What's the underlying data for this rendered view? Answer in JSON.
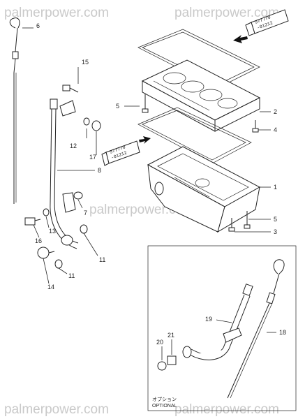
{
  "watermark": {
    "text": "palmerpower.com"
  },
  "sealant_tube": {
    "line1": "977770",
    "line2": "-01212"
  },
  "optional_box": {
    "label_jp": "オプション",
    "label_en": "OPTIONAL"
  },
  "callouts": {
    "c1": "1",
    "c2": "2",
    "c3": "3",
    "c4": "4",
    "c5a": "5",
    "c5b": "5",
    "c6": "6",
    "c7": "7",
    "c8": "8",
    "c11a": "11",
    "c11b": "11",
    "c12": "12",
    "c13": "13",
    "c14": "14",
    "c15": "15",
    "c16": "16",
    "c17": "17",
    "c18": "18",
    "c19": "19",
    "c20": "20",
    "c21": "21"
  },
  "colors": {
    "line": "#222222",
    "watermark": "#c9c9c9"
  }
}
